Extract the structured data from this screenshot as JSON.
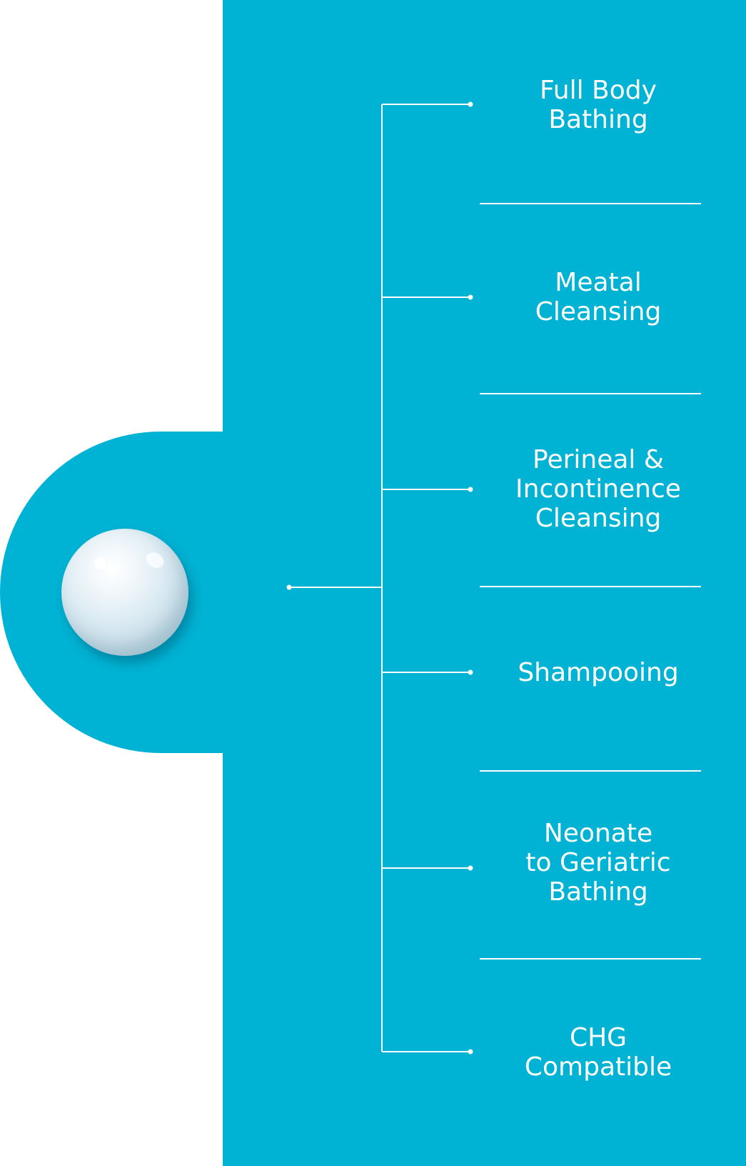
{
  "colors": {
    "panel": "#00b2d3",
    "line": "#ffffff",
    "text": "#ffffff"
  },
  "icon": "water-droplet-icon",
  "items": [
    {
      "label": "Full Body\nBathing"
    },
    {
      "label": "Meatal\nCleansing"
    },
    {
      "label": "Perineal &\nIncontinence\nCleansing"
    },
    {
      "label": "Shampooing"
    },
    {
      "label": "Neonate\nto Geriatric\nBathing"
    },
    {
      "label": "CHG\nCompatible"
    }
  ]
}
